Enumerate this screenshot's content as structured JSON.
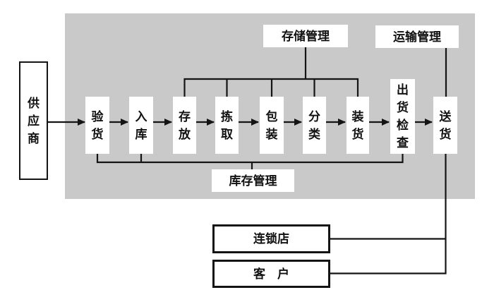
{
  "diagram": {
    "title_hint": "warehouse-logistics-flowchart",
    "supplier": {
      "label": "供应商"
    },
    "steps": [
      {
        "id": "inspection",
        "label": "验货"
      },
      {
        "id": "inbound",
        "label": "入库"
      },
      {
        "id": "storage",
        "label": "存放"
      },
      {
        "id": "picking",
        "label": "拣取"
      },
      {
        "id": "packing",
        "label": "包装"
      },
      {
        "id": "sorting",
        "label": "分类"
      },
      {
        "id": "loading",
        "label": "装货"
      },
      {
        "id": "outbound-check",
        "label": "出货检查"
      },
      {
        "id": "delivery",
        "label": "送货"
      }
    ],
    "management_labels": {
      "storage_mgmt": "存储管理",
      "transport_mgmt": "运输管理",
      "inventory_mgmt": "库存管理"
    },
    "destinations": [
      {
        "id": "chain-store",
        "label": "连锁店"
      },
      {
        "id": "customer",
        "label": "客　户"
      }
    ],
    "colors": {
      "panel_bg": "#c9c9c9",
      "line": "#141414",
      "box_bg": "#ffffff",
      "text": "#111111"
    }
  }
}
